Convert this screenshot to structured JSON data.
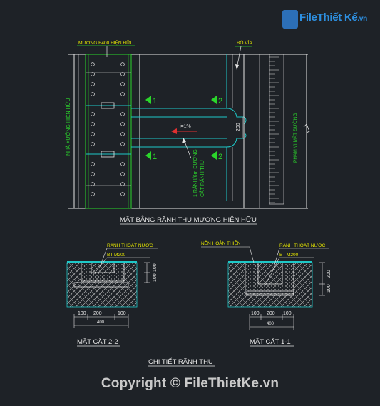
{
  "logo": {
    "brand": "FileThiết Kế",
    "domain": ".vn"
  },
  "plan": {
    "title": "MẶT BẰNG RÃNH THU MƯƠNG HIỆN HỮU",
    "ditch_label": "MƯƠNG B400 HIỆN HỮU",
    "curb_label": "BÓ VỈA",
    "building_label": "NHÀ XƯỞNG HIỆN HỮU",
    "road_label": "PHẠM VI MẶT ĐƯỜNG",
    "slope_label": "i=1%",
    "drain_label_1": "1 RÃNH/6m ĐƯỜNG",
    "drain_label_2": "CẮT RÃNH THU",
    "dimension_200": "200",
    "section_mark_1": "1",
    "section_mark_2": "2"
  },
  "section_22": {
    "title": "MẶT CẮT 2-2",
    "label_drain": "RÃNH THOÁT NƯỚC",
    "label_concrete": "BT M200",
    "dims_bottom": [
      "100",
      "200",
      "100"
    ],
    "dim_total": "400",
    "dims_right": [
      "100",
      "100"
    ]
  },
  "section_11": {
    "title": "MẶT CẮT 1-1",
    "label_finish": "NỀN HOÀN THIỆN",
    "label_drain": "RÃNH THOÁT NƯỚC",
    "label_concrete": "BT M200",
    "dims_bottom": [
      "100",
      "200",
      "100"
    ],
    "dim_total": "400",
    "dims_right": [
      "200",
      "100"
    ]
  },
  "detail_title": "CHI TIẾT RÃNH THU",
  "copyright": "Copyright © FileThietKe.vn",
  "colors": {
    "background": "#1e2227",
    "cyan": "#1ec8c8",
    "green": "#2bd62b",
    "white": "#e6e6e6",
    "yellow": "#e6e600",
    "red": "#e23030",
    "brand": "#2d8fe0"
  }
}
